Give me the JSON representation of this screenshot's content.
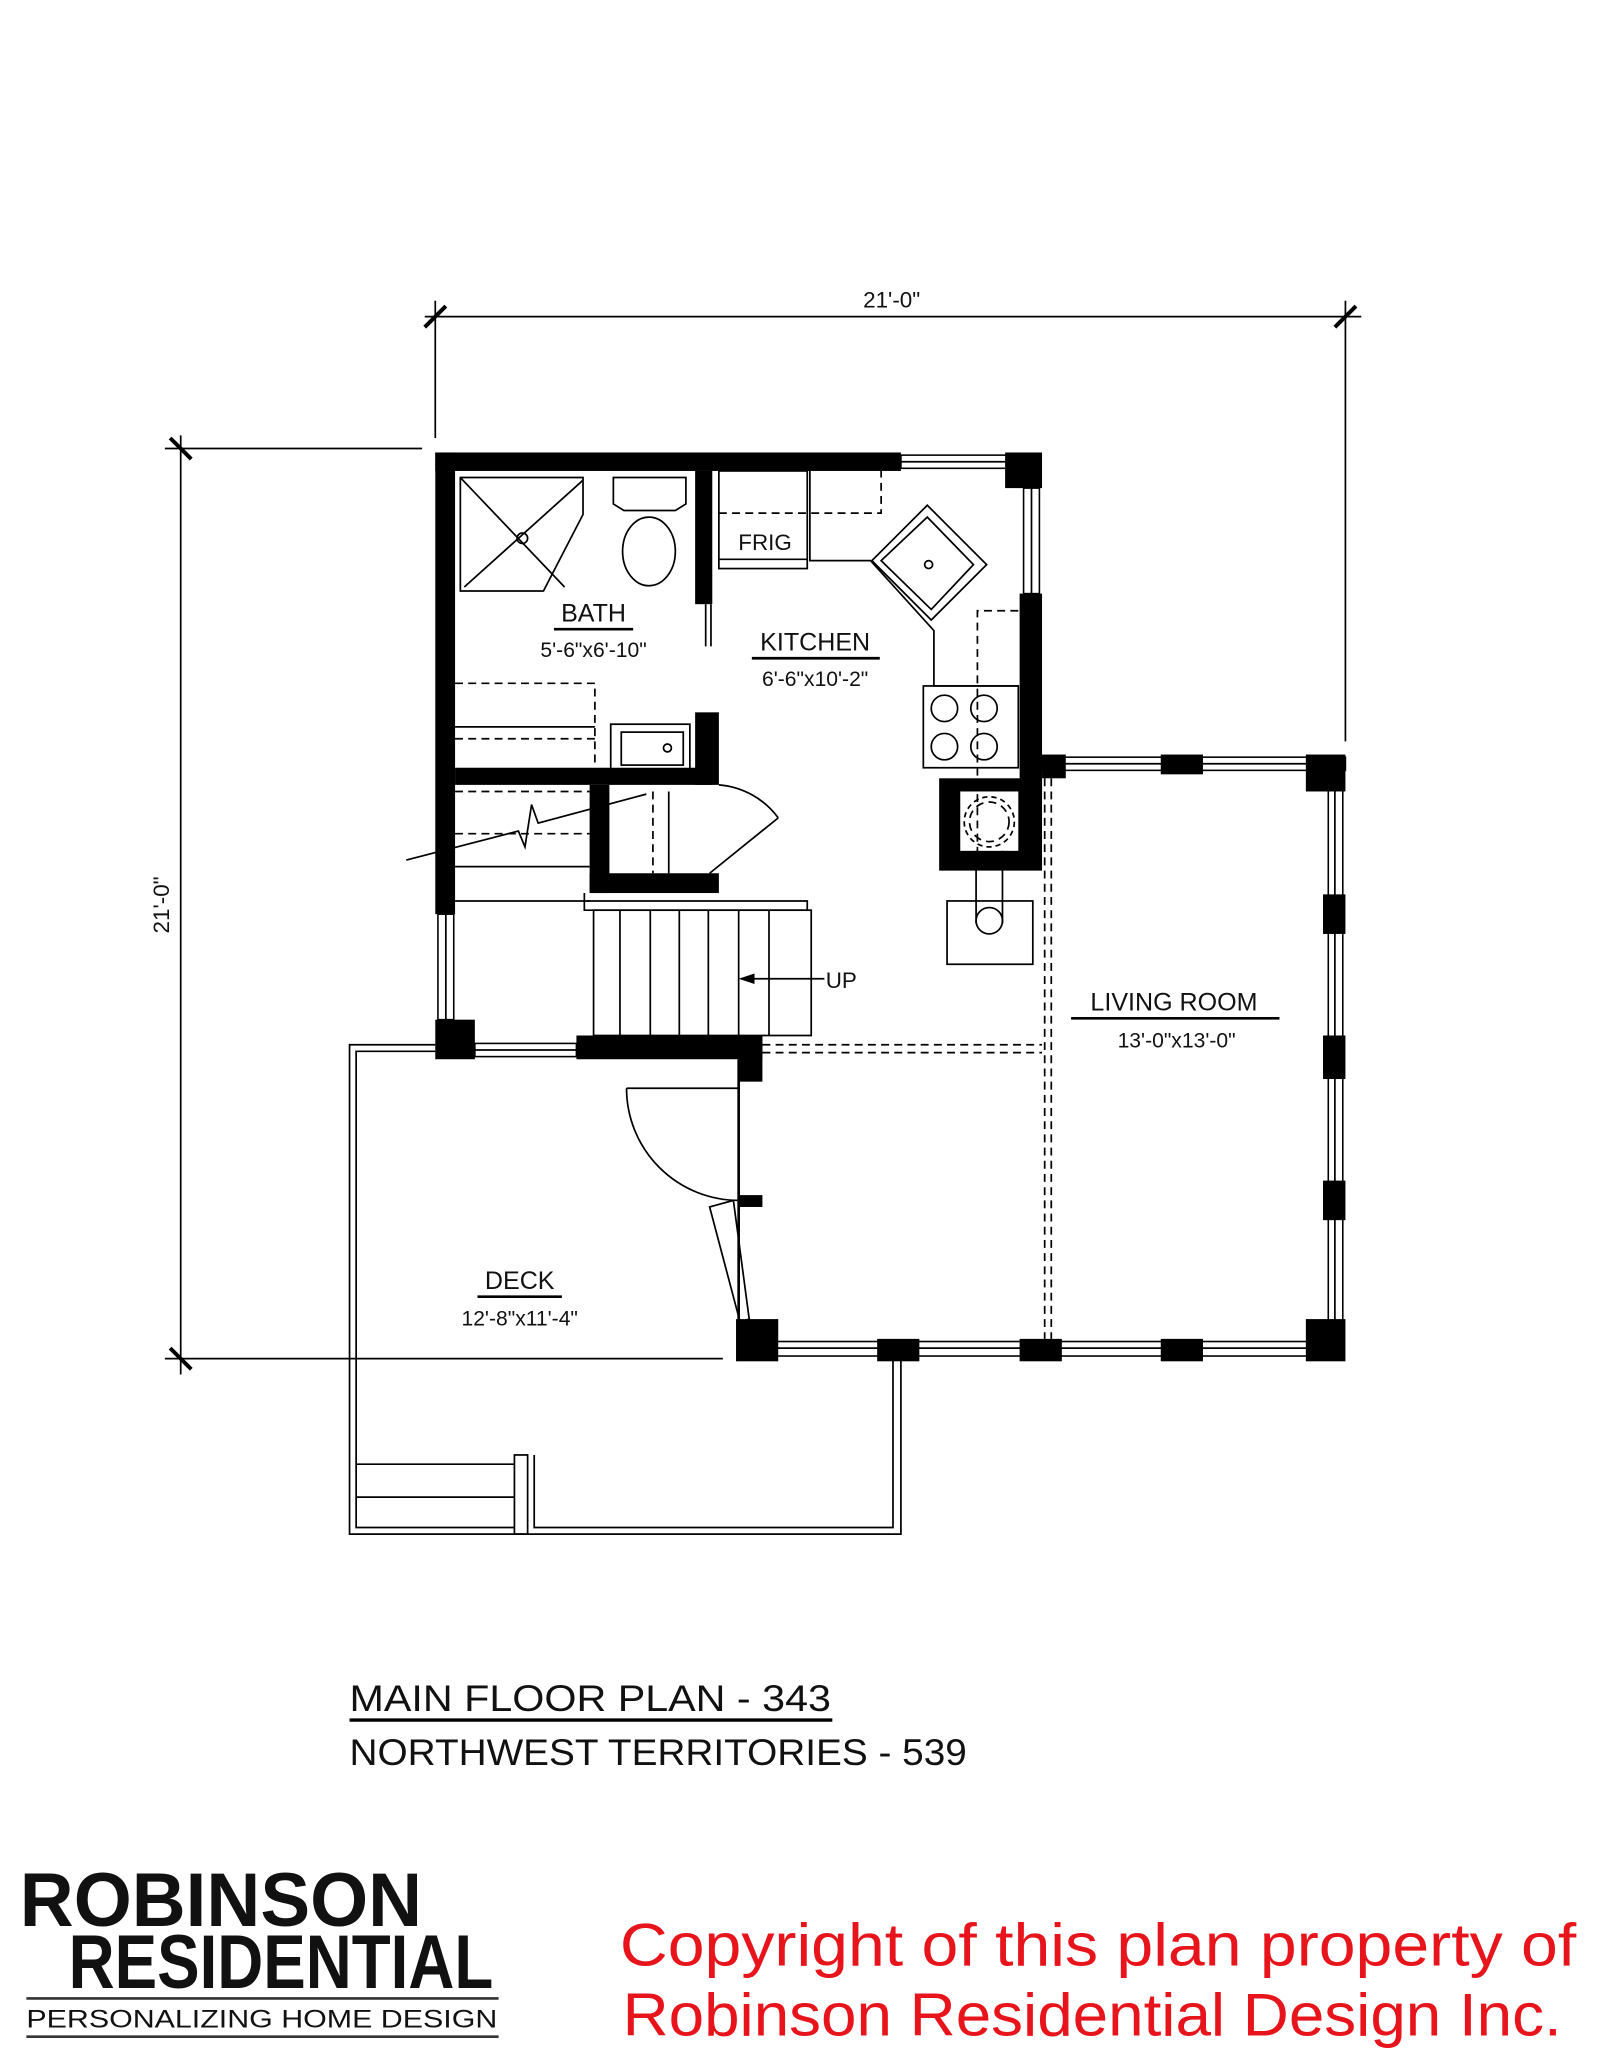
{
  "dimensions": {
    "width": "21'-0\"",
    "depth": "21'-0\""
  },
  "rooms": {
    "bath": {
      "name": "BATH",
      "size": "5'-6\"x6'-10\""
    },
    "kitchen": {
      "name": "KITCHEN",
      "size": "6'-6\"x10'-2\""
    },
    "frig": "FRIG",
    "living": {
      "name": "LIVING ROOM",
      "size": "13'-0\"x13'-0\""
    },
    "deck": {
      "name": "DECK",
      "size": "12'-8\"x11'-4\""
    },
    "stair_label": "UP"
  },
  "title": {
    "plan": "MAIN FLOOR PLAN - 343",
    "model": "NORTHWEST TERRITORIES - 539"
  },
  "logo": {
    "line1": "ROBINSON",
    "line2": "RESIDENTIAL",
    "tagline": "PERSONALIZING HOME DESIGN"
  },
  "copyright": {
    "line1": "Copyright of this plan property of",
    "line2": "Robinson Residential Design Inc.",
    "color": "#e8141b"
  }
}
